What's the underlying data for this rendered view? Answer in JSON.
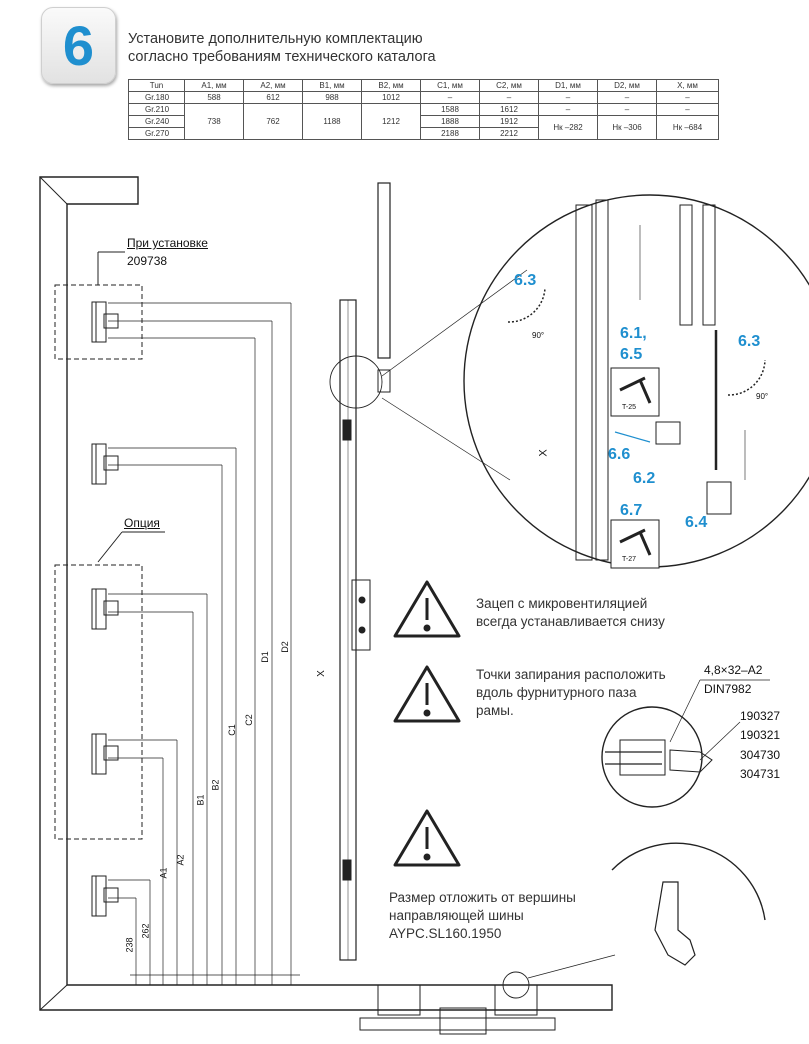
{
  "step": {
    "number": "6"
  },
  "instruction": {
    "line1": "Установите дополнительную комплектацию",
    "line2": "согласно требованиям технического каталога"
  },
  "spec_table": {
    "headers": [
      "Tun",
      "A1, мм",
      "A2, мм",
      "B1, мм",
      "B2, мм",
      "C1, мм",
      "C2, мм",
      "D1, мм",
      "D2, мм",
      "X, мм"
    ],
    "types": [
      "Gr.180",
      "Gr.210",
      "Gr.240",
      "Gr.270"
    ],
    "row_gr180": [
      "588",
      "612",
      "988",
      "1012",
      "–",
      "–",
      "–",
      "–",
      "–"
    ],
    "merged_a1": "738",
    "merged_a2": "762",
    "merged_b1": "1188",
    "merged_b2": "1212",
    "gr210_c1": "1588",
    "gr210_c2": "1612",
    "gr210_d1": "–",
    "gr210_d2": "–",
    "gr210_x": "–",
    "gr240_c1": "1888",
    "gr240_c2": "1912",
    "gr270_c1": "2188",
    "gr270_c2": "2212",
    "merged_d1": "Hк –282",
    "merged_d2": "Hк –306",
    "merged_x": "Hк –684"
  },
  "left_drawing": {
    "label_install": "При установке",
    "code_install": "209738",
    "label_option": "Опция",
    "dims": [
      "D1",
      "D2",
      "C1",
      "C2",
      "B1",
      "B2",
      "A1",
      "A2",
      "238",
      "262"
    ],
    "x_label": "X"
  },
  "detail_callouts": {
    "c63_left": "6.3",
    "c61": "6.1,",
    "c65": "6.5",
    "c63_right": "6.3",
    "c66": "6.6",
    "c62": "6.2",
    "c67": "6.7",
    "c64": "6.4",
    "angle": "90°",
    "tool_t25": "T-25",
    "tool_t27": "T-27",
    "x_label": "X"
  },
  "notes": {
    "note1_line1": "Зацеп с микровентиляцией",
    "note1_line2": "всегда устанавливается снизу",
    "note2_line1": "Точки запирания расположить",
    "note2_line2": "вдоль фурнитурного паза",
    "note2_line3": "рамы.",
    "note3_line1": "Размер отложить от вершины",
    "note3_line2": "направляющей шины",
    "note3_line3": "AYPC.SL160.1950"
  },
  "screw_detail": {
    "screw": "4,8×32–A2",
    "standard": "DIN7982",
    "codes": [
      "190327",
      "190321",
      "304730",
      "304731"
    ]
  },
  "colors": {
    "accent": "#1f8fcf",
    "line": "#222222"
  }
}
